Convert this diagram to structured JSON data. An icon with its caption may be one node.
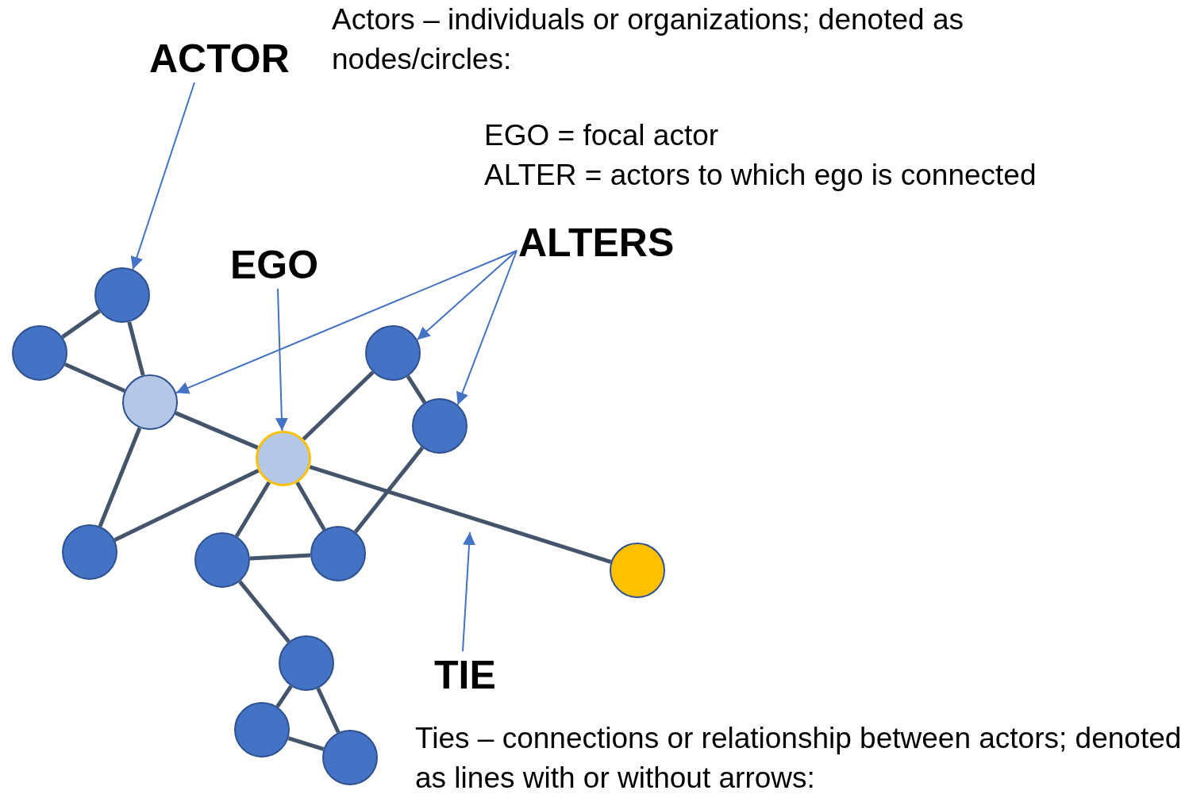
{
  "diagram": {
    "nodes": [
      {
        "text": [
          "ACTOR"
        ]
      },
      {
        "text": [
          "EGO"
        ]
      },
      {
        "text": [
          "ALTERS"
        ]
      },
      {
        "text": [
          "TIE"
        ]
      },
      {
        "text": [],
        "shape": "circle"
      },
      {
        "text": [],
        "shape": "circle"
      },
      {
        "text": [],
        "shape": "circle"
      },
      {
        "text": [],
        "shape": "circle"
      },
      {
        "text": [],
        "shape": "circle"
      },
      {
        "text": [],
        "shape": "circle"
      },
      {
        "text": [],
        "shape": "circle"
      },
      {
        "text": [],
        "shape": "circle"
      },
      {
        "text": [],
        "shape": "circle"
      },
      {
        "text": [],
        "shape": "circle"
      },
      {
        "text": [],
        "shape": "circle"
      },
      {
        "text": [],
        "shape": "circle"
      },
      {
        "text": [],
        "shape": "circle"
      }
    ],
    "edges": [
      {
        "from": 0,
        "to": 4,
        "arrow": "to",
        "color": "#4472c4"
      },
      {
        "from": 1,
        "to": 9,
        "arrow": "to",
        "color": "#4472c4"
      },
      {
        "from": 2,
        "to": 7,
        "arrow": "to",
        "color": "#4472c4"
      },
      {
        "from": 2,
        "to": 6,
        "arrow": "to",
        "color": "#4472c4"
      },
      {
        "from": 2,
        "to": 8,
        "arrow": "to",
        "color": "#4472c4"
      },
      {
        "from": 3,
        "to": null,
        "arrow": "to",
        "color": "#4472c4"
      },
      {
        "from": 4,
        "to": 5,
        "arrow": "none"
      },
      {
        "from": 4,
        "to": 7,
        "arrow": "none"
      },
      {
        "from": 5,
        "to": 7,
        "arrow": "none"
      },
      {
        "from": 7,
        "to": 9,
        "arrow": "none"
      },
      {
        "from": 7,
        "to": 10,
        "arrow": "none"
      },
      {
        "from": 10,
        "to": 9,
        "arrow": "none"
      },
      {
        "from": 9,
        "to": 6,
        "arrow": "none"
      },
      {
        "from": 6,
        "to": 8,
        "arrow": "none"
      },
      {
        "from": 8,
        "to": 12,
        "arrow": "none"
      },
      {
        "from": 9,
        "to": 12,
        "arrow": "none"
      },
      {
        "from": 9,
        "to": 11,
        "arrow": "none"
      },
      {
        "from": 11,
        "to": 12,
        "arrow": "none"
      },
      {
        "from": 9,
        "to": 13,
        "arrow": "none"
      },
      {
        "from": 11,
        "to": 14,
        "arrow": "none"
      },
      {
        "from": 14,
        "to": 15,
        "arrow": "none"
      },
      {
        "from": 14,
        "to": 16,
        "arrow": "none"
      },
      {
        "from": 15,
        "to": 16,
        "arrow": "none"
      }
    ],
    "labels": [
      "Actors – individuals or organizations; denoted as nodes/circles:",
      "EGO = focal actor",
      "ALTER = actors to which ego is connected",
      "Ties – connections or relationship between actors; denoted as lines with or without arrows:"
    ]
  }
}
